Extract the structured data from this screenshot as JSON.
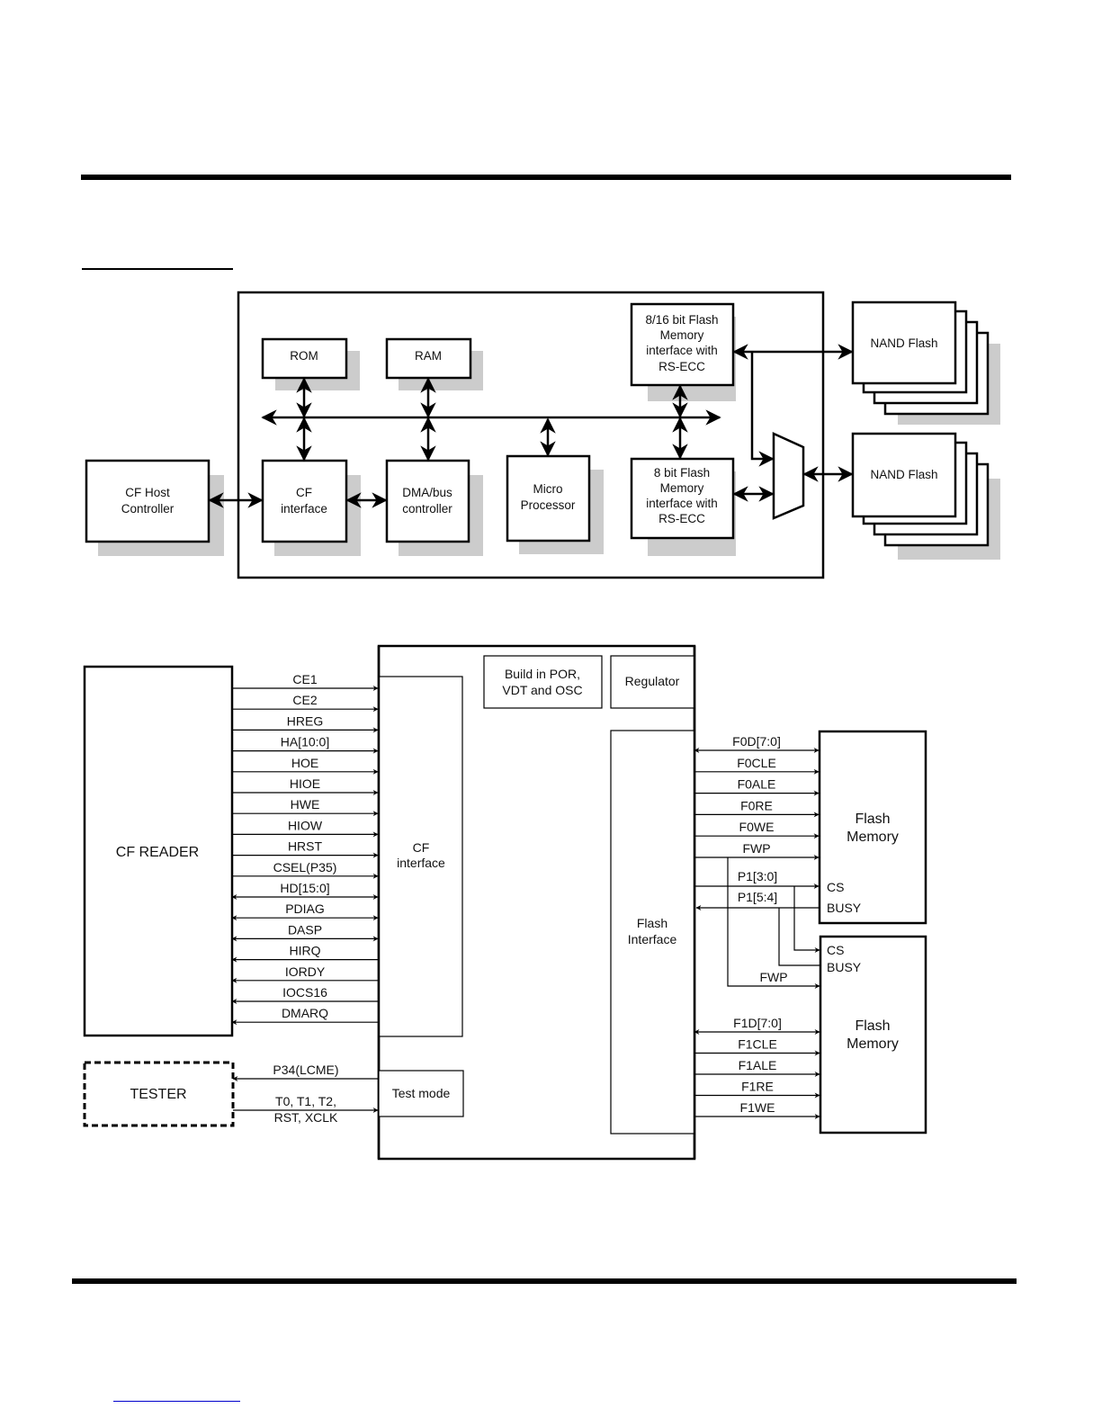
{
  "block_diagram": {
    "blocks": {
      "rom": [
        "ROM"
      ],
      "ram": [
        "RAM"
      ],
      "flash_if_816": [
        "8/16 bit Flash",
        "Memory",
        "interface with",
        "RS-ECC"
      ],
      "flash_if_8": [
        "8 bit Flash",
        "Memory",
        "interface with",
        "RS-ECC"
      ],
      "cf_host": [
        "CF Host",
        "Controller"
      ],
      "cf_interface": [
        "CF",
        "interface"
      ],
      "dma": [
        "DMA/bus",
        "controller"
      ],
      "micro": [
        "Micro",
        "Processor"
      ],
      "nand_top": [
        "NAND Flash"
      ],
      "nand_bottom": [
        "NAND Flash"
      ]
    },
    "shadow_color": "#cccccc"
  },
  "pin_diagram": {
    "cf_reader": "CF READER",
    "tester": "TESTER",
    "por_block": [
      "Build in POR,",
      "VDT and OSC"
    ],
    "regulator": "Regulator",
    "cf_interface": [
      "CF",
      "interface"
    ],
    "test_mode": "Test mode",
    "flash_interface": [
      "Flash",
      "Interface"
    ],
    "flash_memory_0": [
      "Flash",
      "Memory"
    ],
    "flash_memory_1": [
      "Flash",
      "Memory"
    ],
    "cf_signals": [
      {
        "name": "CE1",
        "dir": "in"
      },
      {
        "name": "CE2",
        "dir": "in"
      },
      {
        "name": "HREG",
        "dir": "in"
      },
      {
        "name": "HA[10:0]",
        "dir": "in"
      },
      {
        "name": "HOE",
        "dir": "in"
      },
      {
        "name": "HIOE",
        "dir": "in"
      },
      {
        "name": "HWE",
        "dir": "in"
      },
      {
        "name": "HIOW",
        "dir": "in"
      },
      {
        "name": "HRST",
        "dir": "in"
      },
      {
        "name": "CSEL(P35)",
        "dir": "in"
      },
      {
        "name": "HD[15:0]",
        "dir": "bi"
      },
      {
        "name": "PDIAG",
        "dir": "bi"
      },
      {
        "name": "DASP",
        "dir": "bi"
      },
      {
        "name": "HIRQ",
        "dir": "out"
      },
      {
        "name": "IORDY",
        "dir": "out"
      },
      {
        "name": "IOCS16",
        "dir": "out"
      },
      {
        "name": "DMARQ",
        "dir": "out"
      }
    ],
    "tester_signals": [
      {
        "name": "P34(LCME)",
        "dir": "out"
      },
      {
        "name": "T0, T1, T2,",
        "name2": "RST, XCLK",
        "dir": "in"
      }
    ],
    "flash0_signals": [
      {
        "name": "F0D[7:0]",
        "dir": "bi"
      },
      {
        "name": "F0CLE",
        "dir": "in"
      },
      {
        "name": "F0ALE",
        "dir": "in"
      },
      {
        "name": "F0RE",
        "dir": "in"
      },
      {
        "name": "F0WE",
        "dir": "in"
      },
      {
        "name": "FWP",
        "dir": "in"
      }
    ],
    "shared_signals": {
      "p1_cs": "P1[3:0]",
      "p1_busy": "P1[5:4]",
      "fwp": "FWP",
      "cs": "CS",
      "busy": "BUSY"
    },
    "flash1_signals": [
      {
        "name": "F1D[7:0]",
        "dir": "bi"
      },
      {
        "name": "F1CLE",
        "dir": "in"
      },
      {
        "name": "F1ALE",
        "dir": "in"
      },
      {
        "name": "F1RE",
        "dir": "in"
      },
      {
        "name": "F1WE",
        "dir": "in"
      }
    ]
  }
}
